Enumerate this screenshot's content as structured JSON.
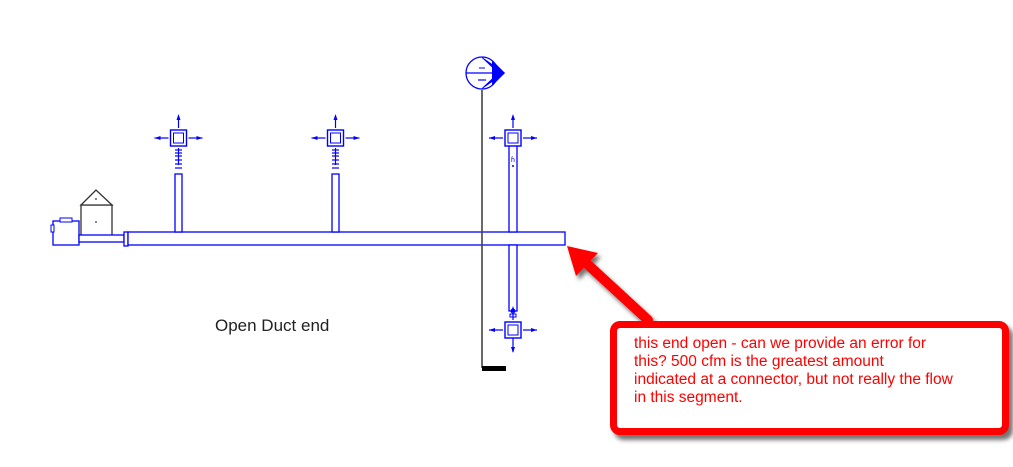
{
  "diagram": {
    "type": "duct system plan",
    "labels": {
      "open_duct_end": "Open Duct end"
    },
    "callout": {
      "text": "this end open - can we provide an error for\nthis?  500 cfm is the greatest amount\nindicated at a connector, but not really the flow\nin this segment.",
      "color": "#ff0000"
    },
    "colors": {
      "duct": "#0000ff",
      "pipe": "#444444",
      "annotation": "#ff0000"
    },
    "elements": [
      {
        "name": "air-handling-unit",
        "kind": "equipment"
      },
      {
        "name": "main-duct",
        "kind": "duct"
      },
      {
        "name": "diffuser-1",
        "kind": "air terminal"
      },
      {
        "name": "diffuser-2",
        "kind": "air terminal"
      },
      {
        "name": "diffuser-3",
        "kind": "air terminal"
      },
      {
        "name": "diffuser-4",
        "kind": "air terminal"
      },
      {
        "name": "section-marker",
        "kind": "annotation symbol",
        "text": "-"
      },
      {
        "name": "open-duct-end",
        "kind": "duct end"
      }
    ]
  }
}
